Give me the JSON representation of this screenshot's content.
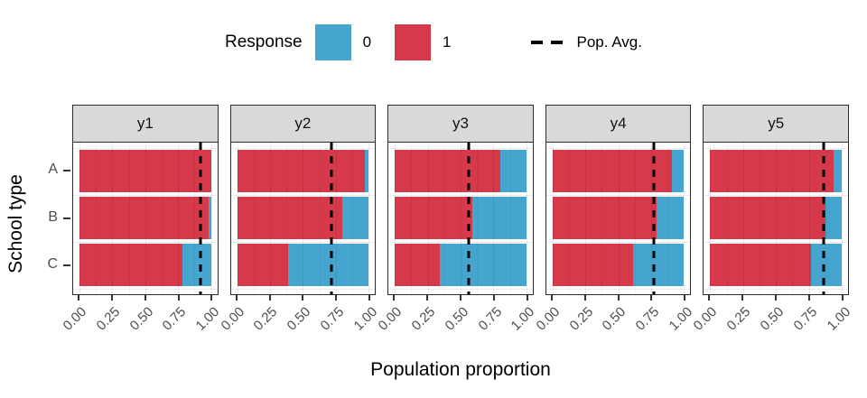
{
  "legend": {
    "title": "Response",
    "items": [
      {
        "label": "0",
        "color": "#45a5ce"
      },
      {
        "label": "1",
        "color": "#d5394a"
      }
    ],
    "pop_avg_label": "Pop. Avg."
  },
  "axes": {
    "x_title": "Population proportion",
    "y_title": "School type",
    "x_tick_labels": [
      "0.00",
      "0.25",
      "0.50",
      "0.75",
      "1.00"
    ],
    "y_tick_labels": [
      "A",
      "B",
      "C"
    ]
  },
  "colors": {
    "response0_blue": "#45a5ce",
    "response1_red": "#d5394a",
    "strip_background": "#d9d9d9",
    "pop_avg_line": "#000000",
    "panel_border": "#2b2b2b",
    "tick_text": "#4d4d4d"
  },
  "chart_data": {
    "type": "bar",
    "subtype": "horizontal-stacked-fill",
    "title": "",
    "xlabel": "Population proportion",
    "ylabel": "School type",
    "xlim": [
      0,
      1
    ],
    "x_ticks": [
      0,
      0.25,
      0.5,
      0.75,
      1.0
    ],
    "grid": "on",
    "legend_position": "top",
    "categories": [
      "A",
      "B",
      "C"
    ],
    "series_legend": [
      "0",
      "1"
    ],
    "facets": [
      {
        "label": "y1",
        "pop_avg": 0.92,
        "rows": [
          {
            "category": "A",
            "p1": 1.0,
            "p0": 0.0
          },
          {
            "category": "B",
            "p1": 0.98,
            "p0": 0.02
          },
          {
            "category": "C",
            "p1": 0.78,
            "p0": 0.22
          }
        ]
      },
      {
        "label": "y2",
        "pop_avg": 0.72,
        "rows": [
          {
            "category": "A",
            "p1": 0.97,
            "p0": 0.03
          },
          {
            "category": "B",
            "p1": 0.8,
            "p0": 0.2
          },
          {
            "category": "C",
            "p1": 0.39,
            "p0": 0.61
          }
        ]
      },
      {
        "label": "y3",
        "pop_avg": 0.56,
        "rows": [
          {
            "category": "A",
            "p1": 0.8,
            "p0": 0.2
          },
          {
            "category": "B",
            "p1": 0.59,
            "p0": 0.41
          },
          {
            "category": "C",
            "p1": 0.34,
            "p0": 0.66
          }
        ]
      },
      {
        "label": "y4",
        "pop_avg": 0.77,
        "rows": [
          {
            "category": "A",
            "p1": 0.91,
            "p0": 0.09
          },
          {
            "category": "B",
            "p1": 0.79,
            "p0": 0.21
          },
          {
            "category": "C",
            "p1": 0.61,
            "p0": 0.39
          }
        ]
      },
      {
        "label": "y5",
        "pop_avg": 0.86,
        "rows": [
          {
            "category": "A",
            "p1": 0.94,
            "p0": 0.06
          },
          {
            "category": "B",
            "p1": 0.88,
            "p0": 0.12
          },
          {
            "category": "C",
            "p1": 0.77,
            "p0": 0.23
          }
        ]
      }
    ]
  }
}
